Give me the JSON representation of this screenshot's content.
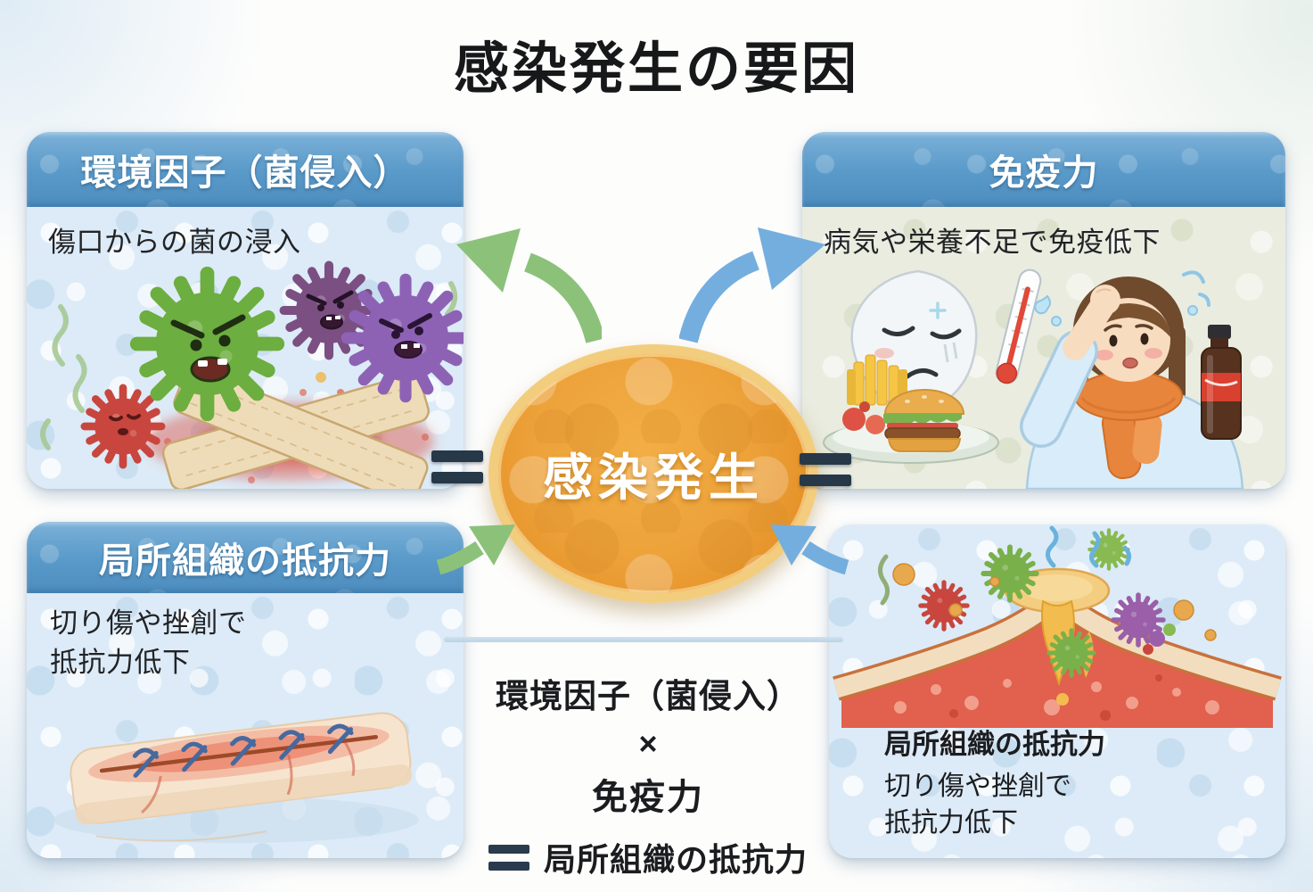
{
  "title": "感染発生の要因",
  "center": {
    "label": "感染発生",
    "equals_left": "=",
    "equals_right": "="
  },
  "panels": {
    "environment": {
      "header": "環境因子（菌侵入）",
      "caption": "傷口からの菌の浸入"
    },
    "immunity": {
      "header": "免疫力",
      "caption": "病気や栄養不足で免疫低下"
    },
    "local_resistance": {
      "header": "局所組織の抵抗力",
      "caption_line1": "切り傷や挫創で",
      "caption_line2": "抵抗力低下"
    },
    "infected_tissue": {
      "heading": "局所組織の抵抗力",
      "caption_line1": "切り傷や挫創で",
      "caption_line2": "抵抗力低下"
    }
  },
  "formula": {
    "factor1": "環境因子（菌侵入）",
    "operator": "×",
    "factor2": "免疫力",
    "equals": "=",
    "result": "局所組織の抵抗力"
  },
  "colors": {
    "header_blue": "#5b9bca",
    "circle_orange": "#eda23a",
    "circle_rim": "#f3cd7e",
    "arrow_green": "#8cc17a",
    "arrow_blue": "#74aede",
    "equals_navy": "#273848",
    "ice_blue": "#dcebf7",
    "sage_green": "#e9ecdf"
  }
}
